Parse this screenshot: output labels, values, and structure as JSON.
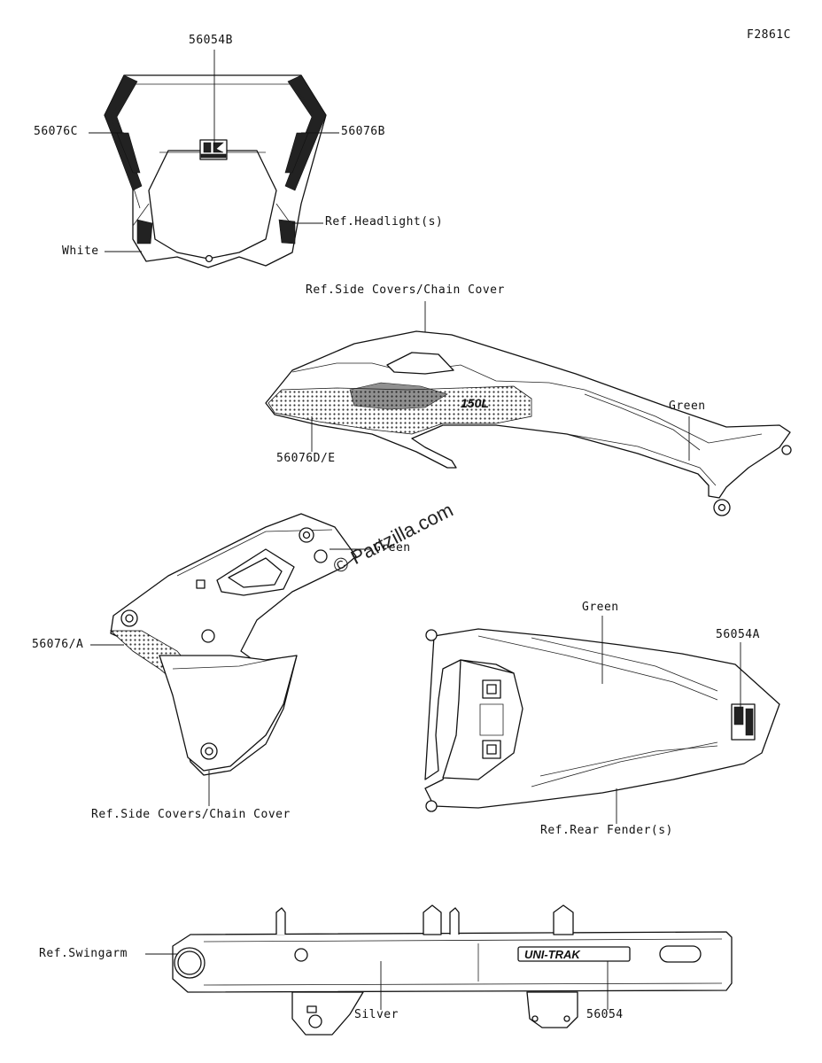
{
  "figure_id": "F2861C",
  "watermark": "© Partzilla.com",
  "labels": {
    "headlight_top_decal": "56054B",
    "headlight_left_decal": "56076C",
    "headlight_right_decal": "56076B",
    "ref_headlight": "Ref.Headlight(s)",
    "white": "White",
    "ref_side_covers_top": "Ref.Side Covers/Chain Cover",
    "green_side_cover": "Green",
    "side_cover_decal": "56076D/E",
    "green_chain_cover": "Green",
    "chain_cover_decal": "56076/A",
    "ref_side_covers_bottom": "Ref.Side Covers/Chain Cover",
    "green_fender": "Green",
    "fender_decal": "56054A",
    "ref_rear_fender": "Ref.Rear Fender(s)",
    "ref_swingarm": "Ref.Swingarm",
    "silver": "Silver",
    "swingarm_decal": "56054"
  },
  "decal_text": {
    "uni_trak": "UNI-TRAK"
  }
}
